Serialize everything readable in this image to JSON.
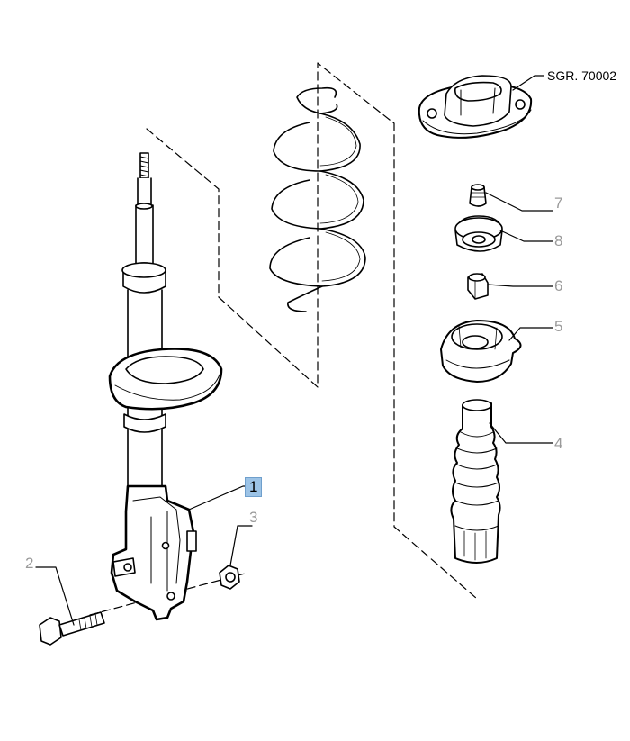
{
  "reference": "SGR. 70002",
  "callouts": {
    "c1": "1",
    "c2": "2",
    "c3": "3",
    "c4": "4",
    "c5": "5",
    "c6": "6",
    "c7": "7",
    "c8": "8"
  },
  "colors": {
    "line": "#000000",
    "callout_text": "#9a9a9a",
    "highlight": "#9cc3e6"
  }
}
